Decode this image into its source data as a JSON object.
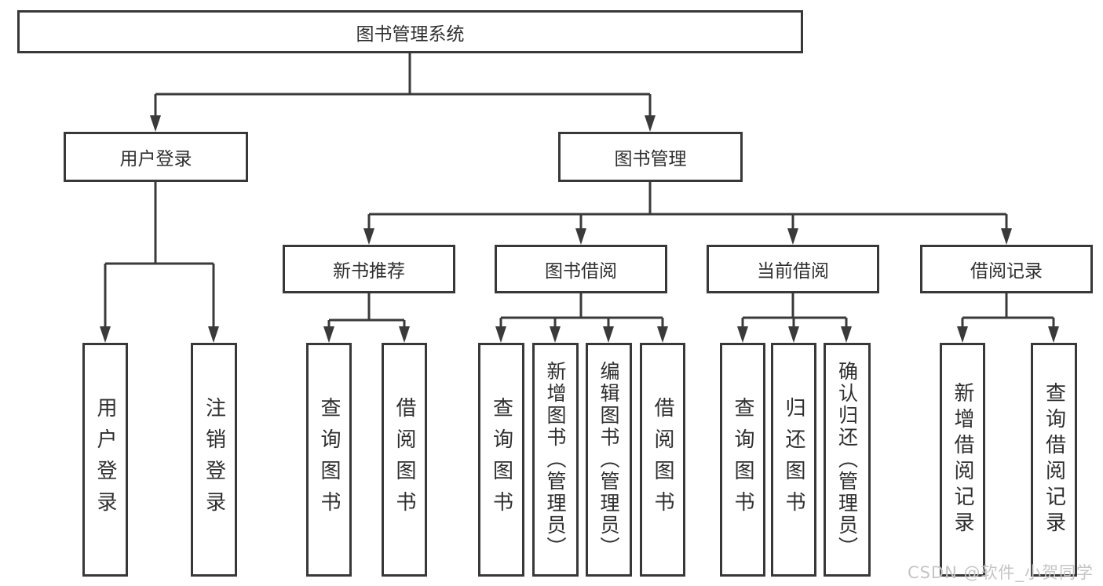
{
  "diagram": {
    "root": {
      "label": "图书管理系统"
    },
    "branches": [
      {
        "label": "用户登录",
        "children": [
          {
            "label": "用户登录"
          },
          {
            "label": "注销登录"
          }
        ]
      },
      {
        "label": "图书管理",
        "children": [
          {
            "label": "新书推荐",
            "children": [
              {
                "label": "查询图书"
              },
              {
                "label": "借阅图书"
              }
            ]
          },
          {
            "label": "图书借阅",
            "children": [
              {
                "label": "查询图书"
              },
              {
                "label": "新增图书（管理员）"
              },
              {
                "label": "编辑图书（管理员）"
              },
              {
                "label": "借阅图书"
              }
            ]
          },
          {
            "label": "当前借阅",
            "children": [
              {
                "label": "查询图书"
              },
              {
                "label": "归还图书"
              },
              {
                "label": "确认归还（管理员）"
              }
            ]
          },
          {
            "label": "借阅记录",
            "children": [
              {
                "label": "新增借阅记录"
              },
              {
                "label": "查询借阅记录"
              }
            ]
          }
        ]
      }
    ]
  },
  "watermark": {
    "text": "CSDN @软件_小贺同学"
  },
  "colors": {
    "line": "#3a3a3a",
    "box_border": "#383838",
    "text": "#2f2f2f",
    "background": "#ffffff",
    "watermark_text": "#c5c5c5"
  }
}
